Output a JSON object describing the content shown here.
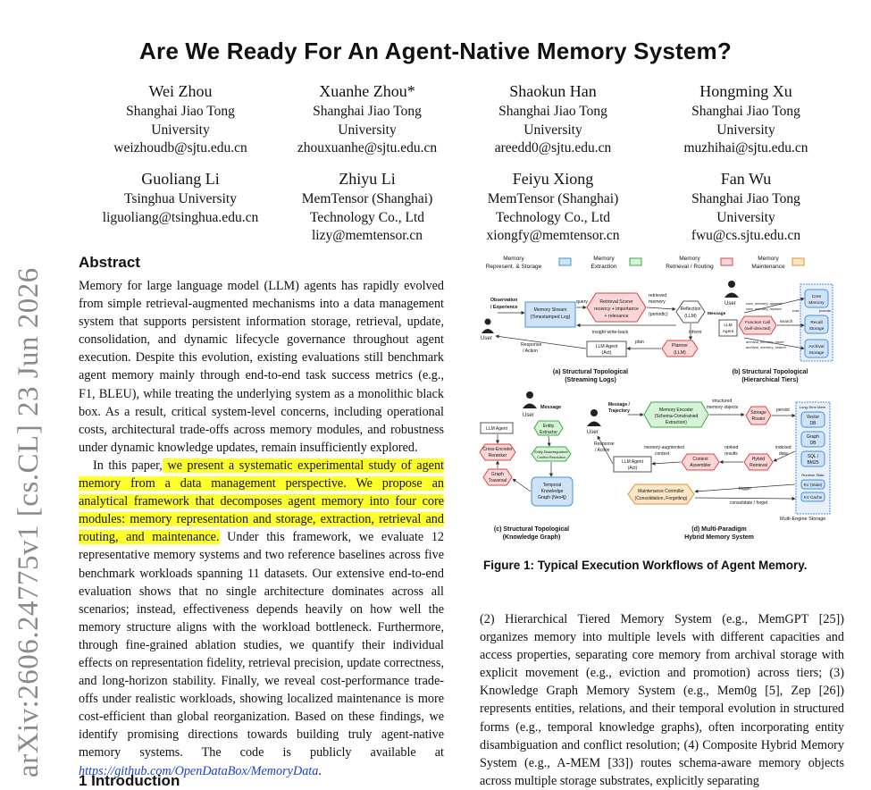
{
  "title": "Are We Ready For An Agent-Native Memory System?",
  "authors": [
    {
      "name": "Wei Zhou",
      "aff1": "Shanghai Jiao Tong",
      "aff2": "University",
      "email": "weizhoudb@sjtu.edu.cn"
    },
    {
      "name": "Xuanhe Zhou*",
      "aff1": "Shanghai Jiao Tong",
      "aff2": "University",
      "email": "zhouxuanhe@sjtu.edu.cn"
    },
    {
      "name": "Shaokun Han",
      "aff1": "Shanghai Jiao Tong",
      "aff2": "University",
      "email": "areedd0@sjtu.edu.cn"
    },
    {
      "name": "Hongming Xu",
      "aff1": "Shanghai Jiao Tong",
      "aff2": "University",
      "email": "muzhihai@sjtu.edu.cn"
    },
    {
      "name": "Guoliang Li",
      "aff1": "Tsinghua University",
      "aff2": "",
      "email": "liguoliang@tsinghua.edu.cn"
    },
    {
      "name": "Zhiyu Li",
      "aff1": "MemTensor (Shanghai)",
      "aff2": "Technology Co., Ltd",
      "email": "lizy@memtensor.cn"
    },
    {
      "name": "Feiyu Xiong",
      "aff1": "MemTensor (Shanghai)",
      "aff2": "Technology Co., Ltd",
      "email": "xiongfy@memtensor.cn"
    },
    {
      "name": "Fan Wu",
      "aff1": "Shanghai Jiao Tong",
      "aff2": "University",
      "email": "fwu@cs.sjtu.edu.cn"
    }
  ],
  "arxiv_id": "arXiv:2606.24775v1  [cs.CL]  23 Jun 2026",
  "abstract": {
    "heading": "Abstract",
    "p1": "Memory for large language model (LLM) agents has rapidly evolved from simple retrieval-augmented mechanisms into a data management system that supports persistent information storage, retrieval, update, consolidation, and dynamic lifecycle governance throughout agent execution. Despite this evolution, existing evaluations still benchmark agent memory mainly through end-to-end task success metrics (e.g., F1, BLEU), while treating the underlying system as a monolithic black box. As a result, critical system-level concerns, including operational costs, architectural trade-offs across memory modules, and robustness under dynamic knowledge updates, remain insufficiently explored.",
    "p2_pre": "In this paper,",
    "p2_hl": " we present a systematic experimental study of agent memory from a data management perspective. We propose an analytical framework that decomposes agent memory into four core modules: memory representation and storage, extraction, retrieval and routing, and maintenance.",
    "p2_post": " Under this framework, we evaluate 12 representative memory systems and two reference baselines across five benchmark workloads spanning 11 datasets. Our extensive end-to-end evaluation shows that no single architecture dominates across all scenarios; instead, effectiveness depends heavily on how well the memory structure aligns with the workload bottleneck. Furthermore, through fine-grained ablation studies, we quantify their individual effects on representation fidelity, retrieval precision, update correctness, and long-horizon stability. Finally, we reveal cost-performance trade-offs under realistic workloads, showing localized maintenance is more cost-efficient than global reorganization. Based on these findings, we identify promising directions towards building truly agent-native memory systems. The code is publicly available at ",
    "link": "https://github.com/OpenDataBox/MemoryData",
    "end": "."
  },
  "intro_heading": "1   Introduction",
  "figure": {
    "caption": "Figure 1: Typical Execution Workflows of Agent Memory.",
    "legend": [
      {
        "l1": "Memory",
        "l2": "Represent. & Storage",
        "color": "#cfe3f7",
        "stroke": "#4a90d9"
      },
      {
        "l1": "Memory",
        "l2": "Extraction",
        "color": "#d6f3d6",
        "stroke": "#3aa845"
      },
      {
        "l1": "Memory",
        "l2": "Retrieval / Routing",
        "color": "#fbd6d6",
        "stroke": "#d64545"
      },
      {
        "l1": "Memory",
        "l2": "Maintenance",
        "color": "#fde6c8",
        "stroke": "#e09030"
      }
    ],
    "a": {
      "obs": "Observation",
      "exp": "/ Experience",
      "user": "User",
      "stream1": "Memory Stream",
      "stream2": "(Timestamped Log)",
      "query": "query",
      "scorer1": "Retrieval Scorer",
      "scorer2": "recency + importance",
      "scorer3": "+ relevance",
      "retrieved1": "retrieved",
      "retrieved2": "memory",
      "refl1": "Reflection",
      "refl2": "(LLM)",
      "periodic": "(periodic)",
      "insight": "insight write-back",
      "inform": "inform",
      "plan": "plan",
      "planner1": "Planner",
      "planner2": "(LLM)",
      "agent1": "LLM Agent",
      "agent2": "(Act)",
      "resp1": "Response",
      "resp2": "/ Action",
      "cap1": "(a) Structural Topological",
      "cap2": "(Streaming Logs)"
    },
    "b": {
      "user": "User",
      "message": "Message",
      "agent1": "LLM",
      "agent2": "Agent",
      "fc1": "Function Call",
      "fc2": "(self-directed)",
      "f1": "core_memory_append",
      "f2": "core_memory_replace",
      "search": "search",
      "f3": "archival_memory_insert",
      "f4": "archival_memory_search",
      "core1": "Core",
      "core2": "Memory",
      "evict": "evict",
      "promote": "promote",
      "recall1": "Recall",
      "recall2": "Storage",
      "arch1": "Archival",
      "arch2": "Storage",
      "cap1": "(b) Structural Topological",
      "cap2": "(Hierarchical Tiers)"
    },
    "c": {
      "user": "User",
      "message": "Message",
      "agent": "LLM Agent",
      "ent1": "Entity",
      "ent2": "Extractor",
      "dis1": "Entity Disambiguation/",
      "dis2": "Conflict Resolution",
      "rer1": "Cross-Encoder",
      "rer2": "Reranker",
      "gt1": "Graph",
      "gt2": "Traversal",
      "tk1": "Temporal",
      "tk2": "Knowledge",
      "tk3": "Graph (Neo4j)",
      "cap1": "(c) Structural Topological",
      "cap2": "(Knowledge Graph)"
    },
    "d": {
      "user": "User",
      "msg1": "Message /",
      "msg2": "Trajectory",
      "enc1": "Memory Encoder",
      "enc2": "(Schema-Constrained",
      "enc3": "Extraction)",
      "so1": "structured",
      "so2": "memory objects",
      "router1": "Storage",
      "router2": "Router",
      "persist": "persist",
      "ltm": "Long-Term Mem.",
      "vec1": "Vector",
      "vec2": "DB",
      "gr1": "Graph",
      "gr2": "DB",
      "sql1": "SQL /",
      "sql2": "BM25",
      "rts": "Runtime State",
      "kv1": "KV (State)",
      "kv2": "KV Cache",
      "resp1": "Response",
      "resp2": "/ Action",
      "agent1": "LLM Agent",
      "agent2": "(Act)",
      "mac1": "memory-augmented",
      "mac2": "context",
      "ca1": "Context",
      "ca2": "Assembler",
      "rr1": "ranked",
      "rr2": "results",
      "hr1": "Hybrid",
      "hr2": "Retrieval",
      "ix1": "indexed",
      "ix2": "data",
      "mc1": "Maintenance Controller",
      "mc2": "(Consolidation, Forgetting)",
      "trigger": "trigger",
      "consol": "consolidate / forget",
      "mes": "Multi-Engine Storage",
      "cap1": "(d) Multi-Paradigm",
      "cap2": "Hybrid Memory System"
    }
  },
  "right_text": "(2) Hierarchical Tiered Memory System (e.g., MemGPT [25]) organizes memory into multiple levels with different capacities and access properties, separating core memory from archival storage with explicit movement (e.g., eviction and promotion) across tiers; (3) Knowledge Graph Memory System (e.g., Mem0g [5], Zep [26]) represents entities, relations, and their temporal evolution in structured forms (e.g., temporal knowledge graphs), often incorporating entity disambiguation and conflict resolution; (4) Composite Hybrid Memory System (e.g., A-MEM [33]) routes schema-aware memory objects across multiple storage substrates, explicitly separating"
}
